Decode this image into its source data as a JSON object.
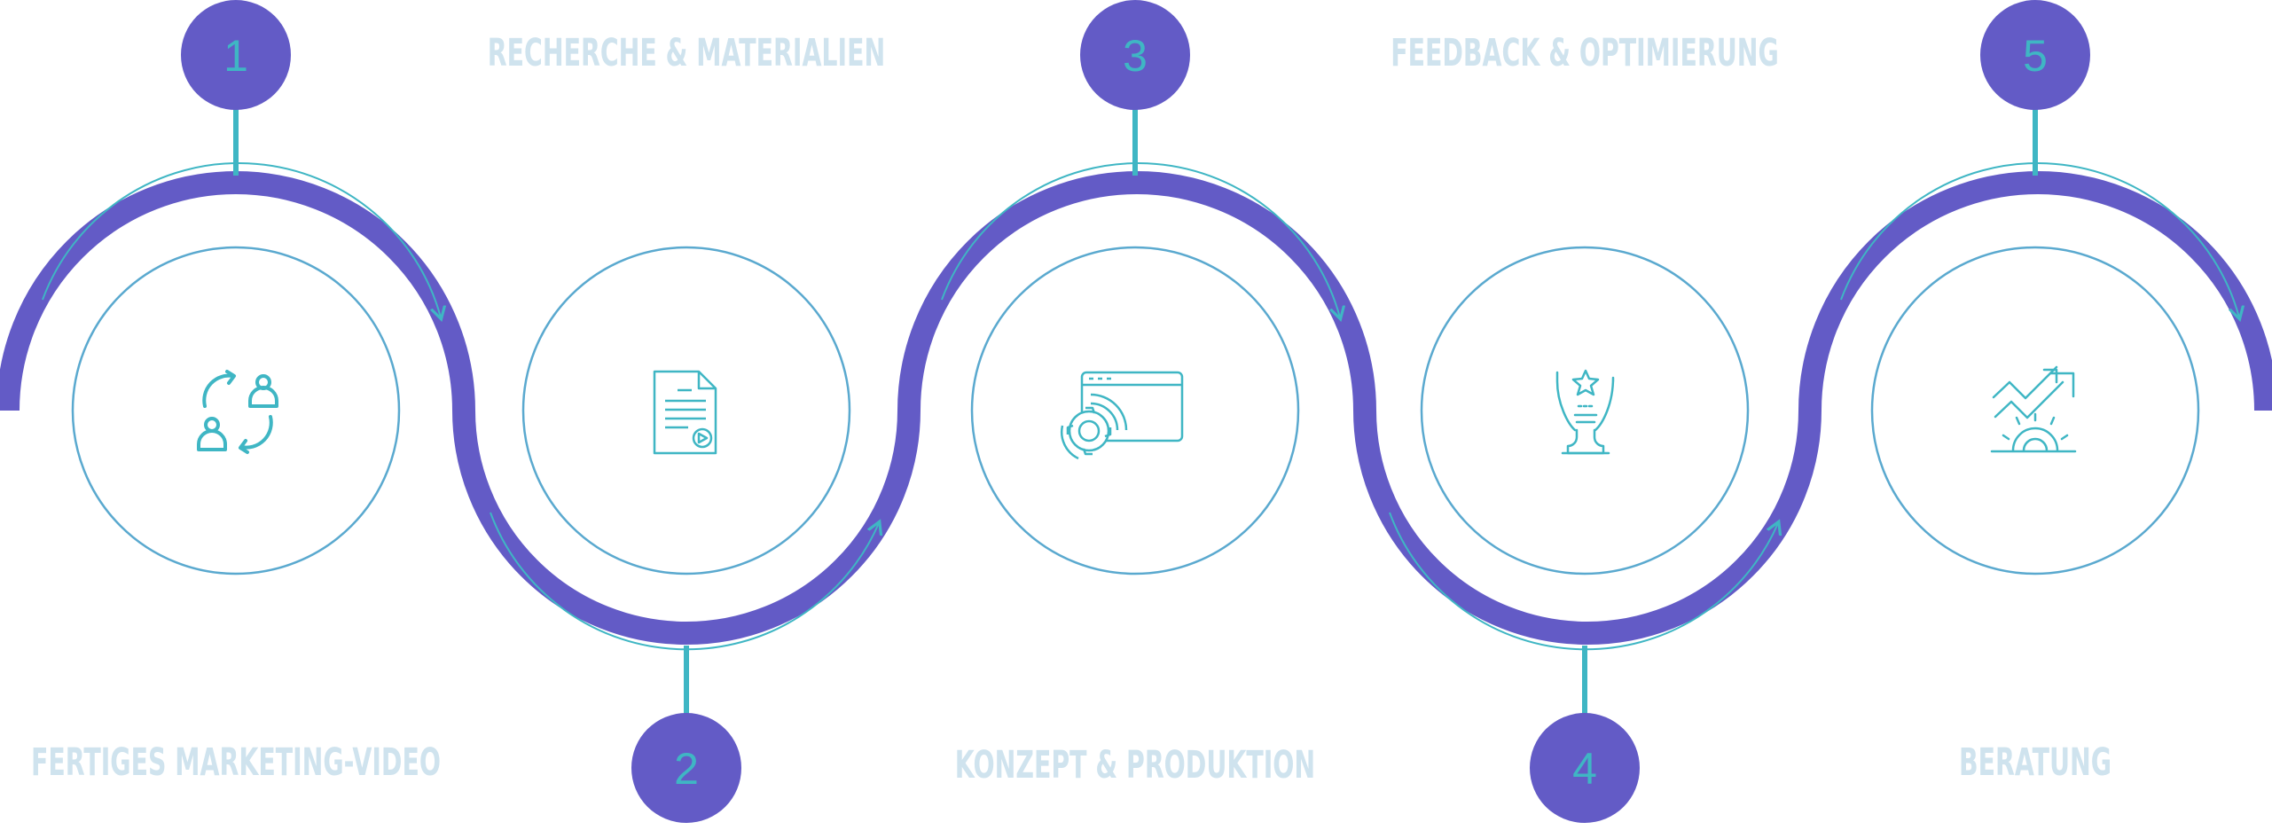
{
  "colors": {
    "primary": "#635bc6",
    "accent": "#3fb6c4",
    "ring": "#5aa9cf",
    "label": "#cfe3ee"
  },
  "steps": [
    {
      "number": "1",
      "label": "FERTIGES MARKETING-VIDEO",
      "icon": "exchange-users-icon"
    },
    {
      "number": "2",
      "label": "RECHERCHE & MATERIALIEN",
      "icon": "document-icon"
    },
    {
      "number": "3",
      "label": "KONZEPT & PRODUKTION",
      "icon": "settings-browser-icon"
    },
    {
      "number": "4",
      "label": "FEEDBACK & OPTIMIERUNG",
      "icon": "trophy-icon"
    },
    {
      "number": "5",
      "label": "BERATUNG",
      "icon": "growth-gear-icon"
    }
  ]
}
